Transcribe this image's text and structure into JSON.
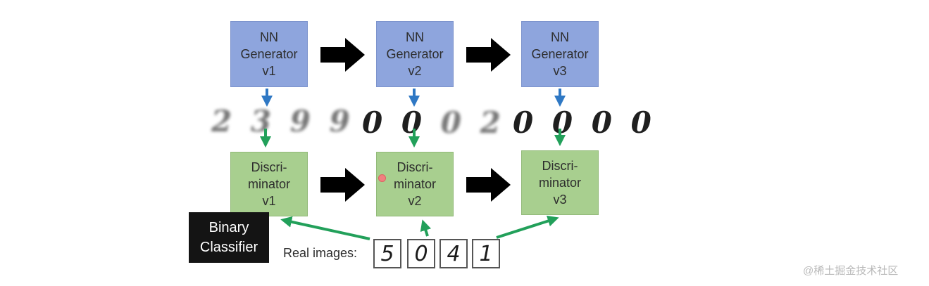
{
  "generators": [
    {
      "line1": "NN",
      "line2": "Generator",
      "line3": "v1"
    },
    {
      "line1": "NN",
      "line2": "Generator",
      "line3": "v2"
    },
    {
      "line1": "NN",
      "line2": "Generator",
      "line3": "v3"
    }
  ],
  "discriminators": [
    {
      "line1": "Discri-",
      "line2": "minator",
      "line3": "v1"
    },
    {
      "line1": "Discri-",
      "line2": "minator",
      "line3": "v2"
    },
    {
      "line1": "Discri-",
      "line2": "minator",
      "line3": "v3"
    }
  ],
  "generated_digits": {
    "v1": [
      "2",
      "3",
      "9",
      "9"
    ],
    "v2": [
      "0",
      "0",
      "0",
      "2"
    ],
    "v3": [
      "0",
      "0",
      "0",
      "0"
    ]
  },
  "binary_classifier": {
    "line1": "Binary",
    "line2": "Classifier"
  },
  "real_images": {
    "label": "Real images:",
    "digits": [
      "5",
      "0",
      "4",
      "1"
    ]
  },
  "watermark": "@稀土掘金技术社区",
  "colors": {
    "generator_fill": "#8ea5dd",
    "discriminator_fill": "#a8cf8f",
    "blue_arrow": "#2f78c4",
    "green_arrow": "#22a05a",
    "black_arrow": "#000000"
  }
}
